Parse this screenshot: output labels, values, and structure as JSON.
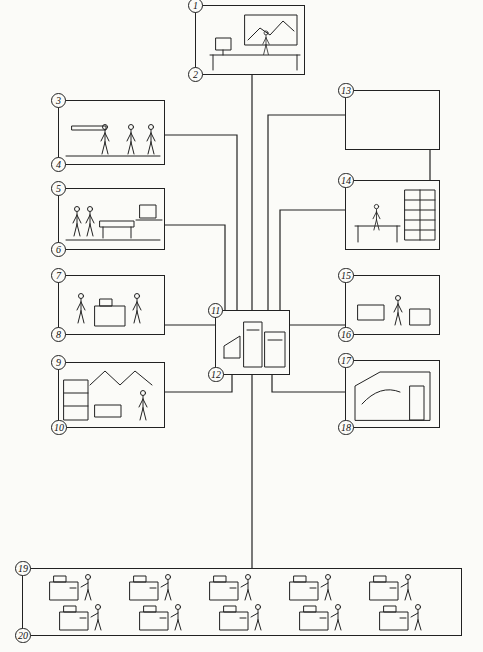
{
  "diagram": {
    "nodes": [
      {
        "text": [
          "1",
          "2"
        ]
      },
      {
        "text": [
          "3",
          "4"
        ]
      },
      {
        "text": [
          "5",
          "6"
        ]
      },
      {
        "text": [
          "7",
          "8"
        ]
      },
      {
        "text": [
          "9",
          "10"
        ]
      },
      {
        "text": [
          "11",
          "12"
        ]
      },
      {
        "text": [
          "13"
        ]
      },
      {
        "text": [
          "14"
        ]
      },
      {
        "text": [
          "15",
          "16"
        ]
      },
      {
        "text": [
          "17",
          "18"
        ]
      },
      {
        "text": [
          "19",
          "20"
        ]
      }
    ],
    "edges": [
      {
        "from": 5,
        "to": 0,
        "arrow": "none"
      },
      {
        "from": 5,
        "to": 1,
        "arrow": "none"
      },
      {
        "from": 5,
        "to": 2,
        "arrow": "none"
      },
      {
        "from": 5,
        "to": 3,
        "arrow": "none"
      },
      {
        "from": 5,
        "to": 4,
        "arrow": "none"
      },
      {
        "from": 5,
        "to": 6,
        "arrow": "none"
      },
      {
        "from": 6,
        "to": 7,
        "arrow": "none"
      },
      {
        "from": 5,
        "to": 7,
        "arrow": "none"
      },
      {
        "from": 5,
        "to": 8,
        "arrow": "none"
      },
      {
        "from": 5,
        "to": 9,
        "arrow": "none"
      },
      {
        "from": 5,
        "to": 10,
        "arrow": "none"
      }
    ]
  }
}
